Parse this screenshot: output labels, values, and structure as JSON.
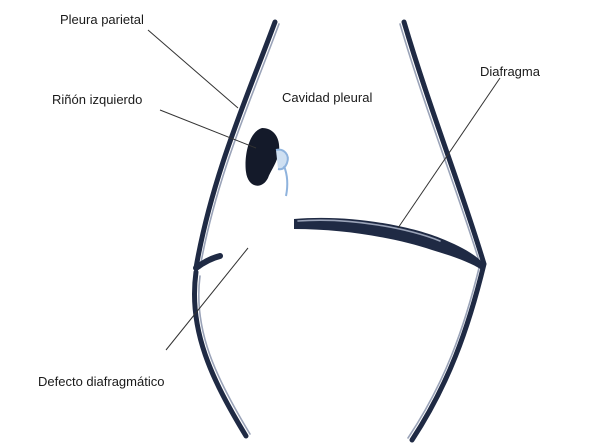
{
  "labels": {
    "pleura_parietal": "Pleura parietal",
    "rinon_izquierdo": "Riñón izquierdo",
    "cavidad_pleural": "Cavidad pleural",
    "diafragma": "Diafragma",
    "defecto_diafragmatico": "Defecto diafragmático"
  },
  "colors": {
    "background": "#ffffff",
    "wall": "#1f2a44",
    "wall_highlight": "#9aa3b8",
    "kidney": "#141a2a",
    "ureter": "#8fb3dd",
    "text": "#1a1a1a"
  }
}
